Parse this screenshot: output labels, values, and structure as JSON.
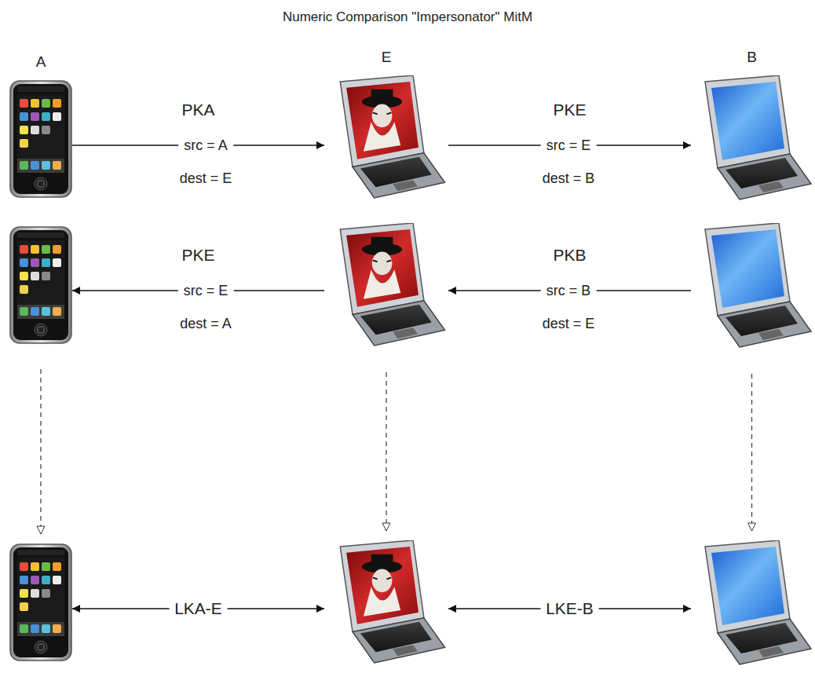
{
  "diagram": {
    "title": "Numeric Comparison \"Impersonator\" MitM",
    "nodes": [
      {
        "text": [
          "A"
        ]
      },
      {
        "text": [
          "E"
        ]
      },
      {
        "text": [
          "B"
        ]
      },
      {
        "text": []
      },
      {
        "text": []
      },
      {
        "text": []
      },
      {
        "text": []
      },
      {
        "text": []
      },
      {
        "text": []
      }
    ],
    "edges": [
      {
        "from": 0,
        "to": 1,
        "label": "PKA",
        "arrow": "to"
      },
      {
        "from": 1,
        "to": 2,
        "label": "PKE",
        "arrow": "to"
      },
      {
        "from": 4,
        "to": 3,
        "label": "PKE",
        "arrow": "to"
      },
      {
        "from": 5,
        "to": 4,
        "label": "PKB",
        "arrow": "to"
      },
      {
        "from": 3,
        "to": 6,
        "arrow": "to"
      },
      {
        "from": 4,
        "to": 7,
        "arrow": "to"
      },
      {
        "from": 5,
        "to": 8,
        "arrow": "to"
      },
      {
        "from": 6,
        "to": 7,
        "label": "LKA-E",
        "arrow": "both"
      },
      {
        "from": 7,
        "to": 8,
        "label": "LKE-B",
        "arrow": "both"
      }
    ],
    "labels": [
      "src = A",
      "dest = E",
      "src = E",
      "dest = B",
      "src = E",
      "dest = A",
      "src = B",
      "dest = E"
    ]
  }
}
